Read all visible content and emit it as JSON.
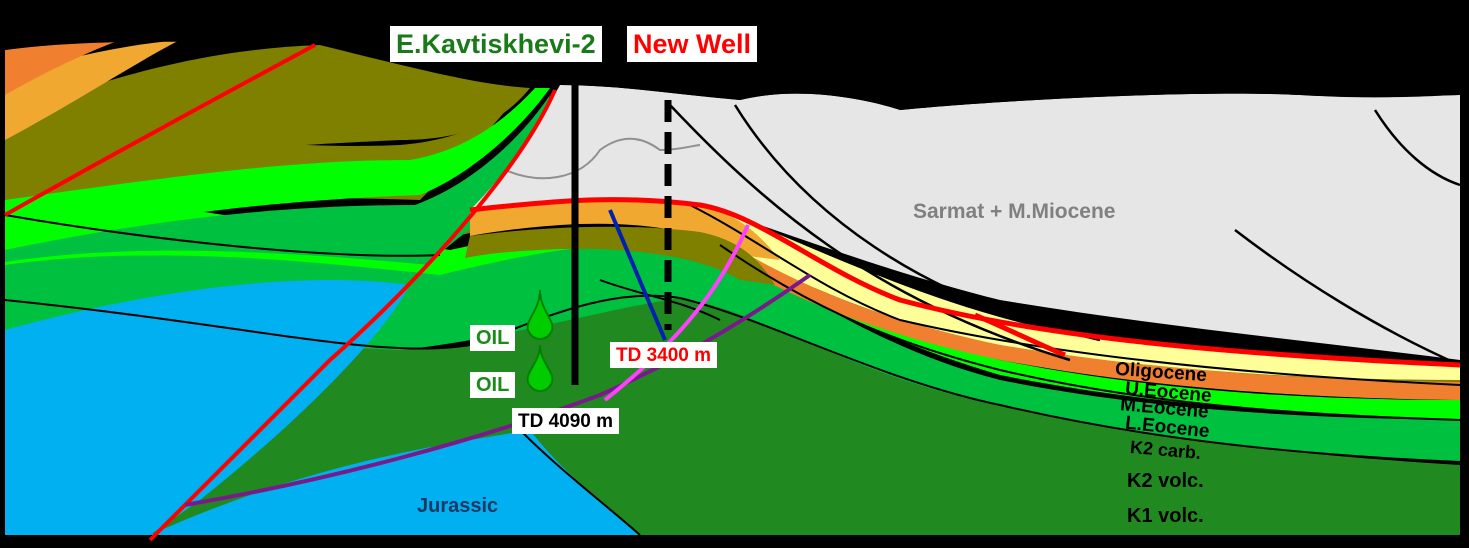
{
  "wells": {
    "existing": {
      "name": "E.Kavtiskhevi-2",
      "td": "TD 4090 m",
      "color": "#1a7a1a"
    },
    "new": {
      "name": "New Well",
      "td": "TD 3400 m",
      "color": "#ff0000"
    }
  },
  "shows": [
    {
      "label": "OIL"
    },
    {
      "label": "OIL"
    }
  ],
  "formations": {
    "sarmat": "Sarmat + M.Miocene",
    "oligocene": "Oligocene",
    "u_eocene": "U.Eocene",
    "m_eocene": "M.Eocene",
    "l_eocene": "L.Eocene",
    "k2_carb": "K2 carb.",
    "k2_volc": "K2 volc.",
    "k1_volc": "K1 volc.",
    "jurassic": "Jurassic"
  },
  "colors": {
    "sarmat": "#e6e6e6",
    "oligocene": "#ffff99",
    "u_eocene": "#f08030",
    "m_eocene": "#f0a830",
    "l_eocene": "#808000",
    "k2_carb": "#00ff00",
    "k2_volc": "#00c040",
    "k1_volc": "#208a20",
    "jurassic": "#00b0f0",
    "fault_red": "#ff0000",
    "fault_purple": "#7a1a8a",
    "fault_blue": "#0020b0",
    "fault_magenta": "#ff40ff"
  }
}
